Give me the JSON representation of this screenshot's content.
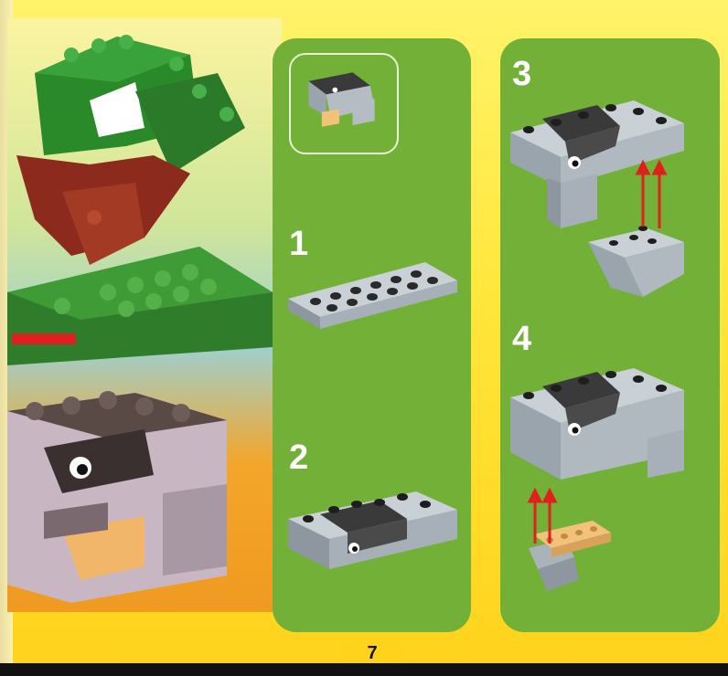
{
  "page": {
    "number": "7"
  },
  "steps": [
    {
      "number": "1",
      "icon": "grey-plate-brick"
    },
    {
      "number": "2",
      "icon": "elephant-head-assembly"
    },
    {
      "number": "3",
      "icon": "attach-wedge-brick"
    },
    {
      "number": "4",
      "icon": "attach-tan-plate"
    }
  ],
  "colors": {
    "page_background": "#ffe63a",
    "instruction_panel": "#73b038",
    "brick_grey": "#b4bcc4",
    "brick_dark": "#3a3a3a",
    "brick_tan": "#f2c27a",
    "arrow_red": "#e0201c"
  }
}
